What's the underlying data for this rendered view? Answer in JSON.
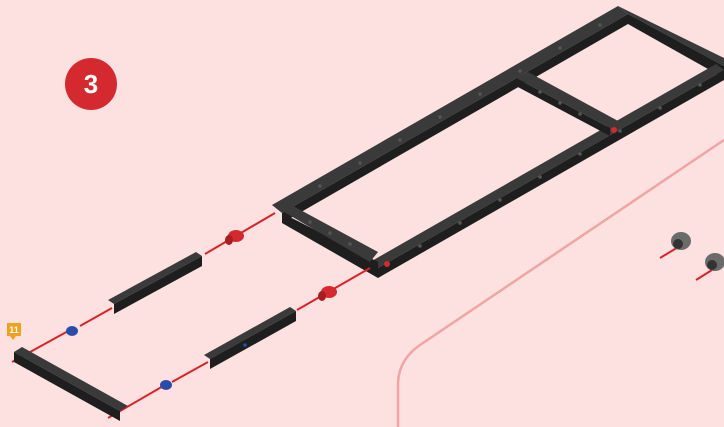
{
  "step": {
    "number": "3"
  },
  "part_callout": {
    "quantity": "11"
  },
  "colors": {
    "background": "#fde0e0",
    "beam": "#1e1e1e",
    "beam_top": "#3a3a3a",
    "guide_line": "#d8232a",
    "red_connector": "#d42a2f",
    "blue_connector": "#2c4aa8",
    "callout_border": "#f0a4a4",
    "badge": "#d42a2f",
    "tag": "#f0a21e"
  },
  "icons": [
    "step-number-badge",
    "part-count-tag",
    "beam-icon",
    "axle-connector-icon",
    "wheel-hub-icon"
  ]
}
